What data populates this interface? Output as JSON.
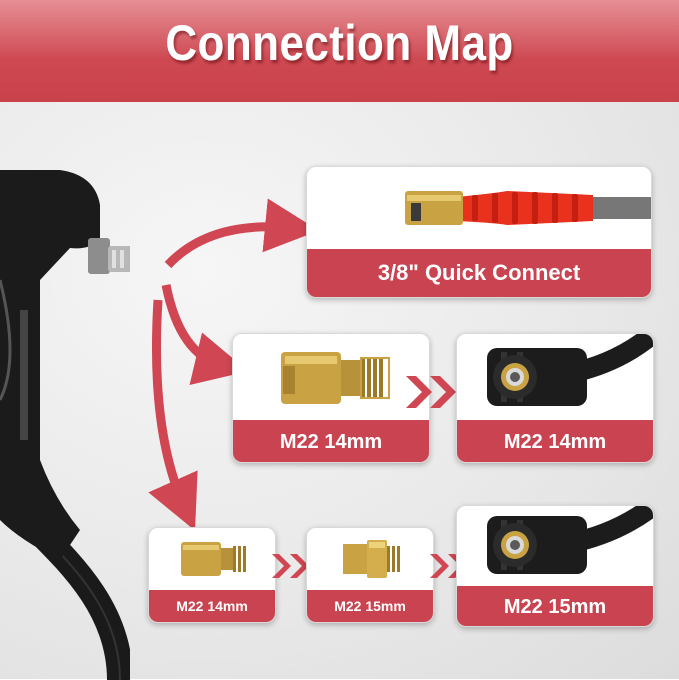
{
  "header": {
    "title": "Connection Map"
  },
  "cards": {
    "quick_connect": {
      "label": "3/8\" Quick Connect"
    },
    "adapter_m22_14mm": {
      "label": "M22 14mm"
    },
    "hose_m22_14mm": {
      "label": "M22 14mm"
    },
    "adapter_small_m22_14mm": {
      "label": "M22 14mm"
    },
    "adapter_small_m22_15mm": {
      "label": "M22 15mm"
    },
    "hose_m22_15mm": {
      "label": "M22 15mm"
    }
  },
  "colors": {
    "accent": "#c94450",
    "brass": "#c9a243",
    "hose_red": "#e8321e",
    "dark": "#1c1c1c"
  }
}
